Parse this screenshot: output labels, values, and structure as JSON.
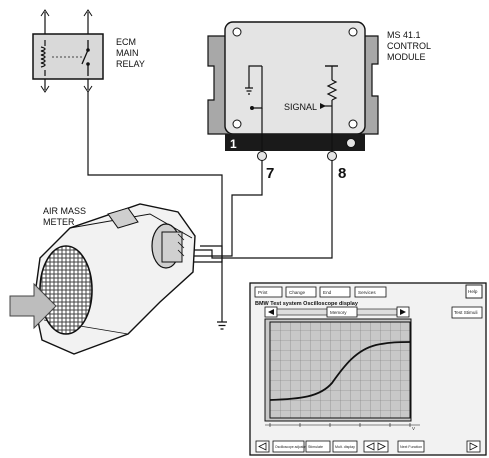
{
  "labels": {
    "relay": [
      "ECM",
      "MAIN",
      "RELAY"
    ],
    "module": [
      "MS 41.1",
      "CONTROL",
      "MODULE"
    ],
    "meter": [
      "AIR MASS",
      "METER"
    ],
    "signal": "SIGNAL",
    "pin_7": "7",
    "pin_8": "8",
    "module_number": "1"
  },
  "scope": {
    "top_buttons": [
      "Print",
      "Change",
      "End",
      "Services"
    ],
    "help_button": "Help",
    "header": "BMW  Test system  Oscilloscope display",
    "memory_button": "Memory",
    "right_button": "Test Stimuli",
    "bottom_buttons": [
      "Oscilloscope adjustment",
      "Stimulate",
      "Mult. display",
      "Next Function"
    ],
    "axis_unit": "V"
  },
  "colors": {
    "line": "#111111",
    "module_body": "#a8a8a8",
    "module_face": "#e4e4e4",
    "scope_panel": "#f2f2f2",
    "scope_screen": "#c8c8c8",
    "relay_fill": "#d9d9d9"
  }
}
